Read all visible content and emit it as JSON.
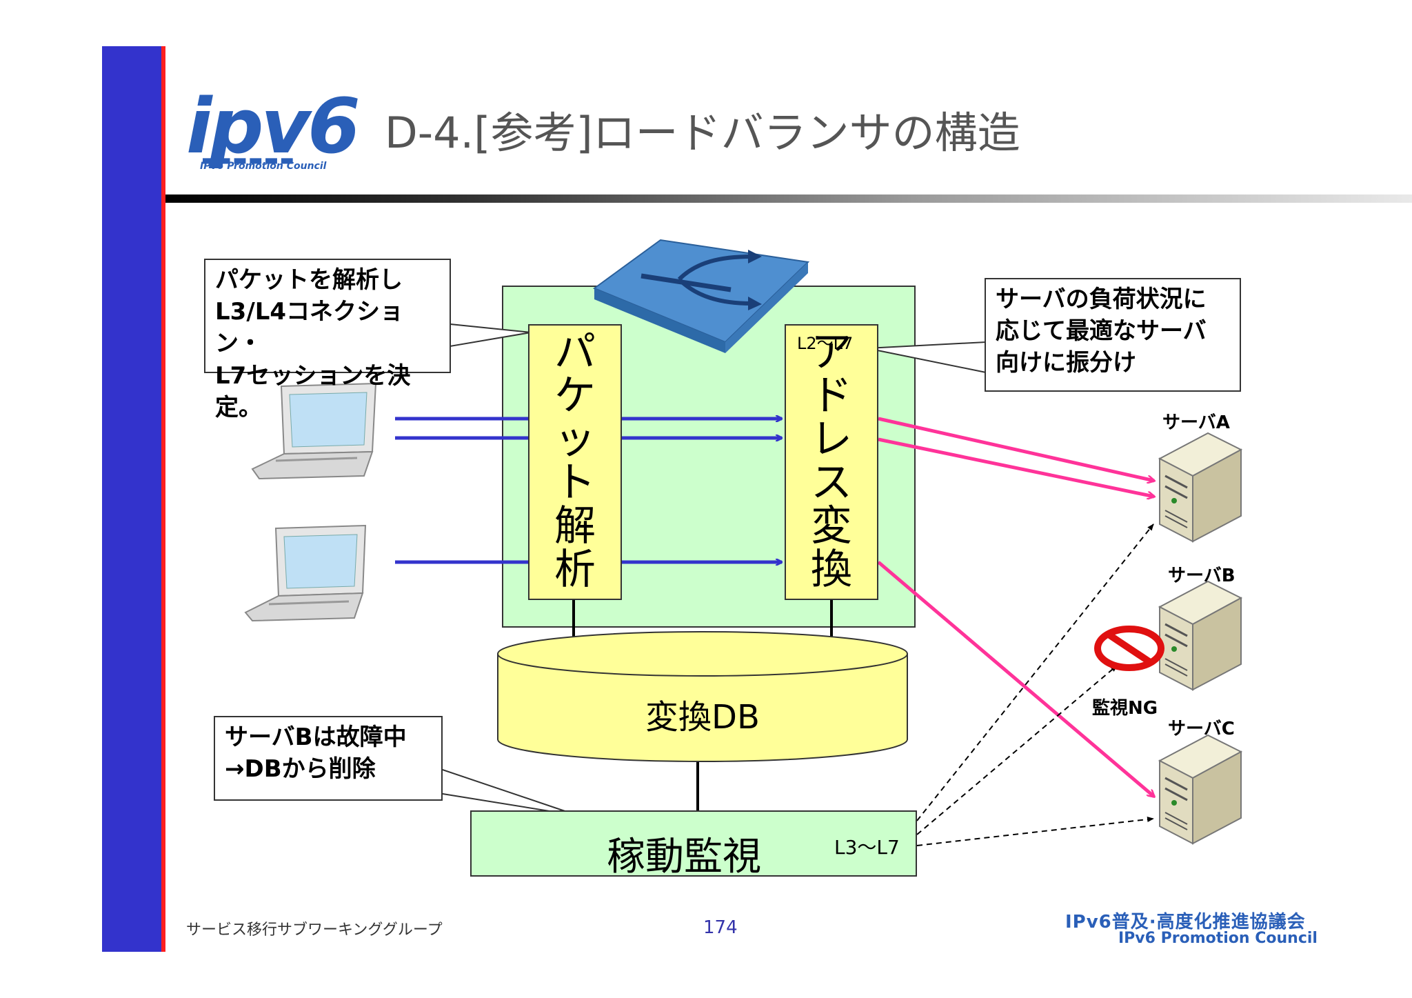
{
  "header": {
    "logo_text": "ipv6",
    "logo_dots": "▬▬▬▬▬▬",
    "logo_subtitle": "IPv6 Promotion Council",
    "title": "D-4.[参考]ロードバランサの構造"
  },
  "diagram": {
    "packet_analysis": [
      "パ",
      "ケ",
      "ッ",
      "ト",
      "解",
      "析"
    ],
    "address_translation": [
      "ア",
      "ド",
      "レ",
      "ス",
      "変",
      "換"
    ],
    "address_layer": "L2～L7",
    "conversion_db": "変換DB",
    "monitoring": "稼動監視",
    "monitoring_layer": "L3～L7",
    "monitor_ng": "監視NG",
    "servers": [
      "サーバA",
      "サーバB",
      "サーバC"
    ],
    "callouts": {
      "packet": [
        "パケットを解析し",
        "L3/L4コネクション・",
        "L7セッションを決定。"
      ],
      "distribute": [
        "サーバの負荷状況に",
        "応じて最適なサーバ",
        "向けに振分け"
      ],
      "failure": [
        "サーバBは故障中",
        "→DBから削除"
      ]
    },
    "colors": {
      "client_flow": "#3333cc",
      "server_flow": "#ff3399",
      "box_green": "#ccffcc",
      "box_yellow": "#ffff99"
    }
  },
  "footer": {
    "group": "サービス移行サブワーキンググループ",
    "page_number": "174",
    "org_jp": "IPv6普及·高度化推進協議会",
    "org_en": "IPv6 Promotion Council"
  }
}
